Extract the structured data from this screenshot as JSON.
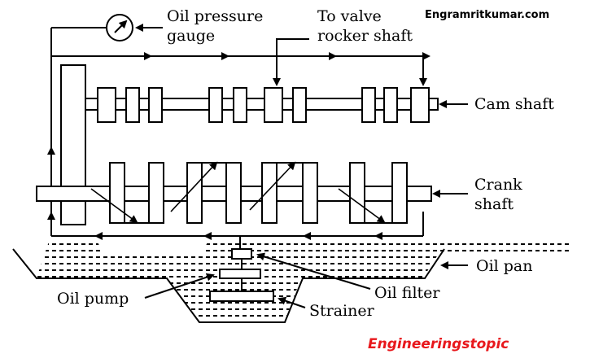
{
  "diagram": {
    "labels": {
      "oil_pressure_gauge_line1": "Oil pressure",
      "oil_pressure_gauge_line2": "gauge",
      "to_valve_line1": "To valve",
      "to_valve_line2": "rocker shaft",
      "cam_shaft": "Cam shaft",
      "crank_shaft_line1": "Crank",
      "crank_shaft_line2": "shaft",
      "oil_pan": "Oil pan",
      "oil_pump": "Oil pump",
      "oil_filter": "Oil filter",
      "strainer": "Strainer"
    },
    "watermarks": {
      "top_right": "Engramritkumar.com",
      "bottom_right": "Engineeringstopic"
    },
    "colors": {
      "line": "#000000",
      "background": "#ffffff",
      "watermark_red": "#e8181c"
    }
  }
}
